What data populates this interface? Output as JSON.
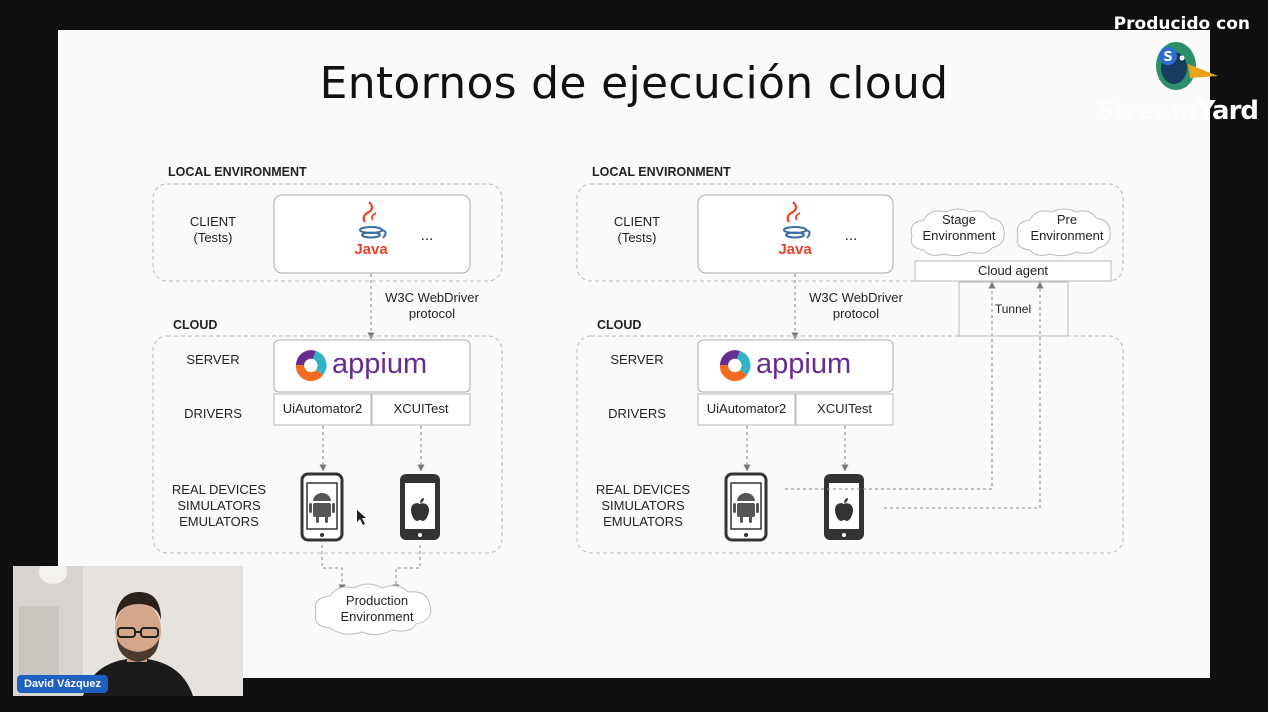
{
  "slide": {
    "title": "Entornos de ejecución cloud"
  },
  "branding": {
    "produced_with": "Producido con",
    "name_light": "Stream",
    "name_bold": "Yard"
  },
  "presenter": {
    "name": "David Vázquez"
  },
  "left_diagram": {
    "local_env": "LOCAL ENVIRONMENT",
    "client_line1": "CLIENT",
    "client_line2": "(Tests)",
    "java": "Java",
    "ellipsis": "...",
    "protocol_line1": "W3C WebDriver",
    "protocol_line2": "protocol",
    "cloud": "CLOUD",
    "server": "SERVER",
    "appium": "appium",
    "drivers": "DRIVERS",
    "driver1": "UiAutomator2",
    "driver2": "XCUITest",
    "devices_line1": "REAL DEVICES",
    "devices_line2": "SIMULATORS",
    "devices_line3": "EMULATORS",
    "prod_line1": "Production",
    "prod_line2": "Environment"
  },
  "right_diagram": {
    "local_env": "LOCAL ENVIRONMENT",
    "client_line1": "CLIENT",
    "client_line2": "(Tests)",
    "java": "Java",
    "ellipsis": "...",
    "stage_line1": "Stage",
    "stage_line2": "Environment",
    "pre_line1": "Pre",
    "pre_line2": "Environment",
    "cloud_agent": "Cloud agent",
    "tunnel": "Tunnel",
    "protocol_line1": "W3C WebDriver",
    "protocol_line2": "protocol",
    "cloud": "CLOUD",
    "server": "SERVER",
    "appium": "appium",
    "drivers": "DRIVERS",
    "driver1": "UiAutomator2",
    "driver2": "XCUITest",
    "devices_line1": "REAL DEVICES",
    "devices_line2": "SIMULATORS",
    "devices_line3": "EMULATORS"
  },
  "colors": {
    "accent_java": "#e8442a",
    "appium_purple": "#662d91",
    "appium_orange": "#f26b21",
    "appium_teal": "#33b3c6",
    "name_tag": "#1f5fbf"
  }
}
